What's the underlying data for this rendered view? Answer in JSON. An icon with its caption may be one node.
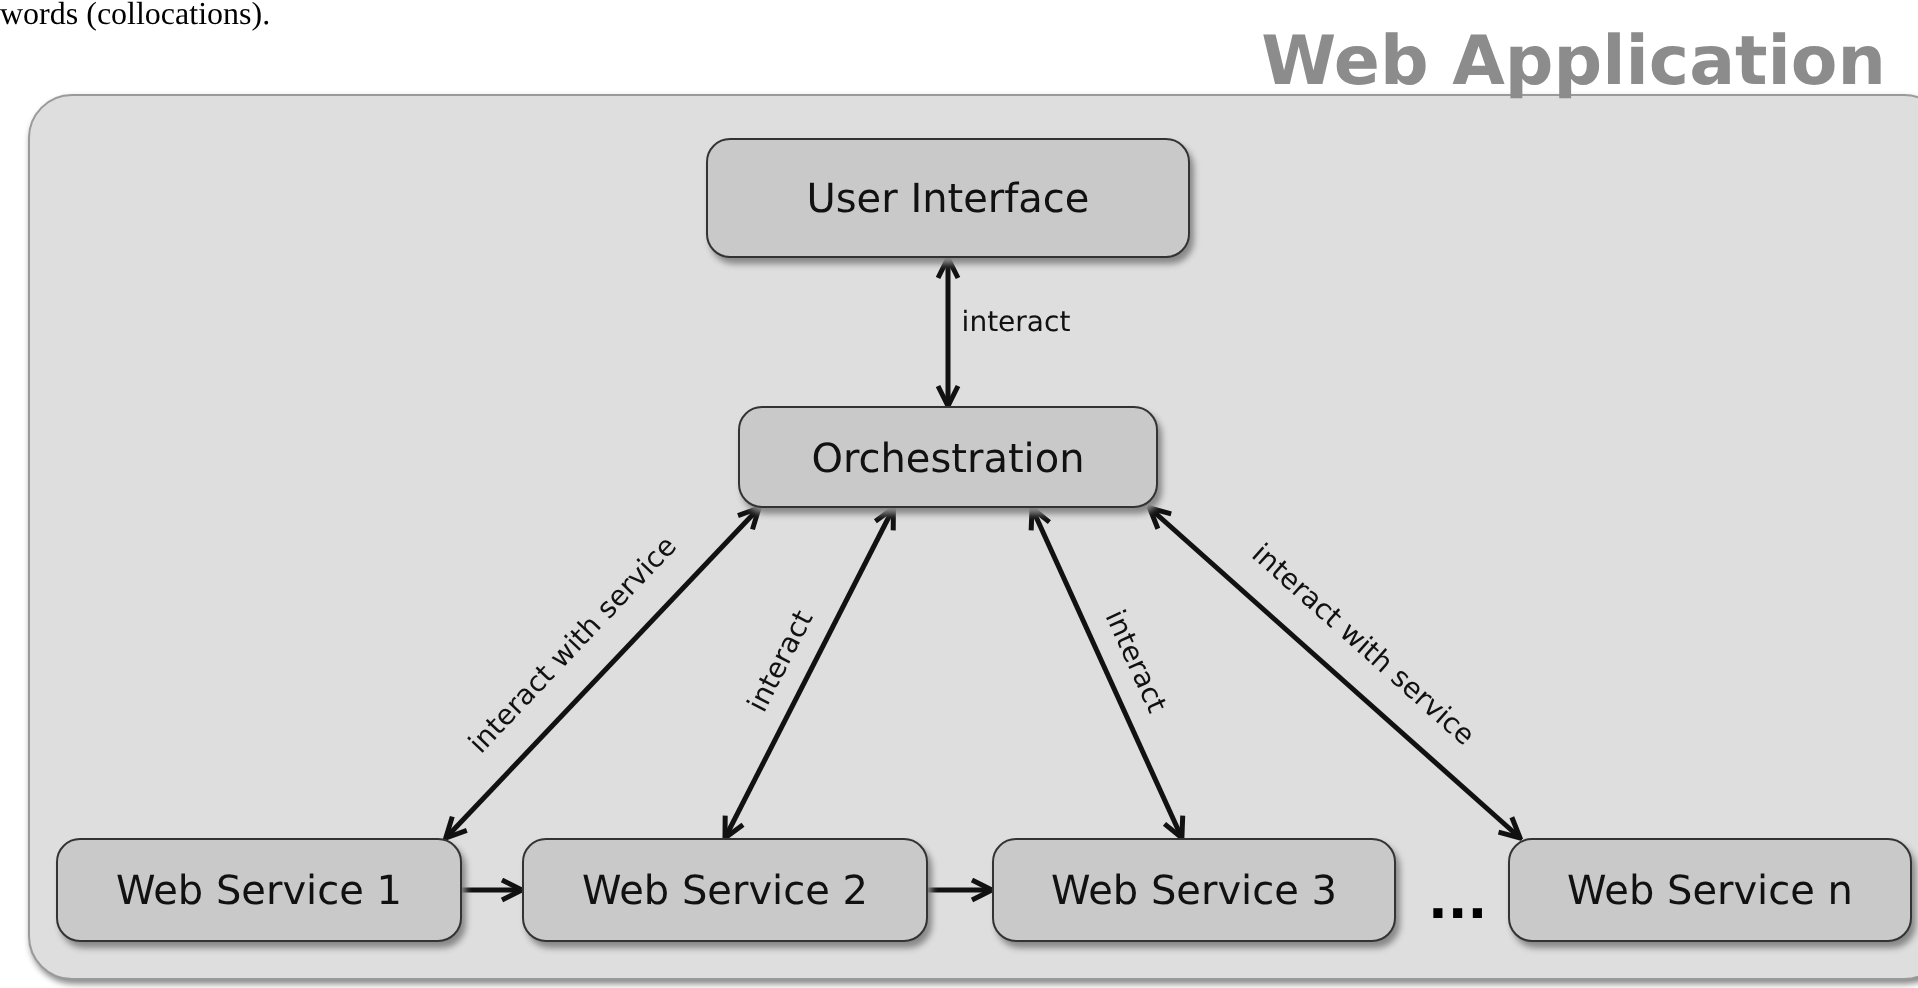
{
  "diagram": {
    "nodes": [
      {
        "text": [
          "Web Application"
        ]
      },
      {
        "text": [
          "User Interface"
        ],
        "in": 0
      },
      {
        "text": [
          "Orchestration"
        ],
        "in": 0
      },
      {
        "text": [
          "Web Service 1"
        ],
        "in": 0
      },
      {
        "text": [
          "Web Service 2"
        ],
        "in": 0
      },
      {
        "text": [
          "Web Service 3"
        ],
        "in": 0
      },
      {
        "text": [
          "Web Service n"
        ],
        "in": 0
      }
    ],
    "edges": [
      {
        "from": 1,
        "to": 2,
        "arrow": "both",
        "label": "interact"
      },
      {
        "from": 2,
        "to": 3,
        "arrow": "both",
        "label": "interact with service"
      },
      {
        "from": 2,
        "to": 4,
        "arrow": "both",
        "label": "interact"
      },
      {
        "from": 2,
        "to": 5,
        "arrow": "both",
        "label": "interact"
      },
      {
        "from": 2,
        "to": 6,
        "arrow": "both",
        "label": "interact with service"
      },
      {
        "from": 3,
        "to": 4,
        "arrow": "to"
      },
      {
        "from": 4,
        "to": 5,
        "arrow": "to"
      }
    ],
    "labels": [
      "words (collocations).",
      "..."
    ]
  }
}
